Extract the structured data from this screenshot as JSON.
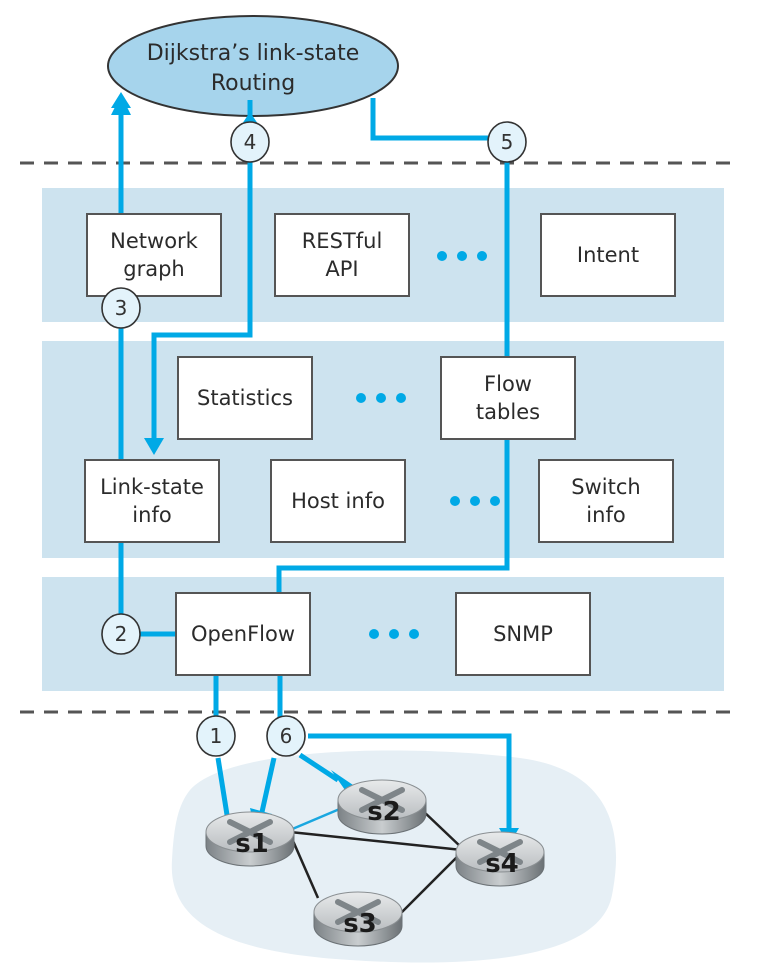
{
  "title": "SDN controller: Dijkstra's link-state routing workflow",
  "routing_app": {
    "line1": "Dijkstra’s link-state",
    "line2": "Routing"
  },
  "northbound_layer": {
    "components": [
      {
        "id": "network-graph",
        "lines": [
          "Network",
          "graph"
        ]
      },
      {
        "id": "restful-api",
        "lines": [
          "RESTful",
          "API"
        ]
      },
      {
        "id": "intent",
        "lines": [
          "Intent"
        ]
      }
    ]
  },
  "state_layer": {
    "components": [
      {
        "id": "statistics",
        "lines": [
          "Statistics"
        ]
      },
      {
        "id": "flow-tables",
        "lines": [
          "Flow",
          "tables"
        ]
      },
      {
        "id": "link-state-info",
        "lines": [
          "Link-state",
          "info"
        ]
      },
      {
        "id": "host-info",
        "lines": [
          "Host info"
        ]
      },
      {
        "id": "switch-info",
        "lines": [
          "Switch",
          "info"
        ]
      }
    ]
  },
  "southbound_layer": {
    "components": [
      {
        "id": "openflow",
        "lines": [
          "OpenFlow"
        ]
      },
      {
        "id": "snmp",
        "lines": [
          "SNMP"
        ]
      }
    ]
  },
  "steps": [
    "1",
    "2",
    "3",
    "4",
    "5",
    "6"
  ],
  "switches": [
    "s1",
    "s2",
    "s3",
    "s4"
  ],
  "links": [
    {
      "from": "s1",
      "to": "s2",
      "highlighted": true
    },
    {
      "from": "s1",
      "to": "s4",
      "highlighted": false
    },
    {
      "from": "s1",
      "to": "s3",
      "highlighted": false
    },
    {
      "from": "s2",
      "to": "s4",
      "highlighted": false
    },
    {
      "from": "s3",
      "to": "s4",
      "highlighted": false
    }
  ],
  "colors": {
    "flow": "#00a9e6",
    "layer_band": "#cde3ef",
    "routing_ellipse": "#a6d4ec",
    "network_cloud": "#e6eff5"
  }
}
